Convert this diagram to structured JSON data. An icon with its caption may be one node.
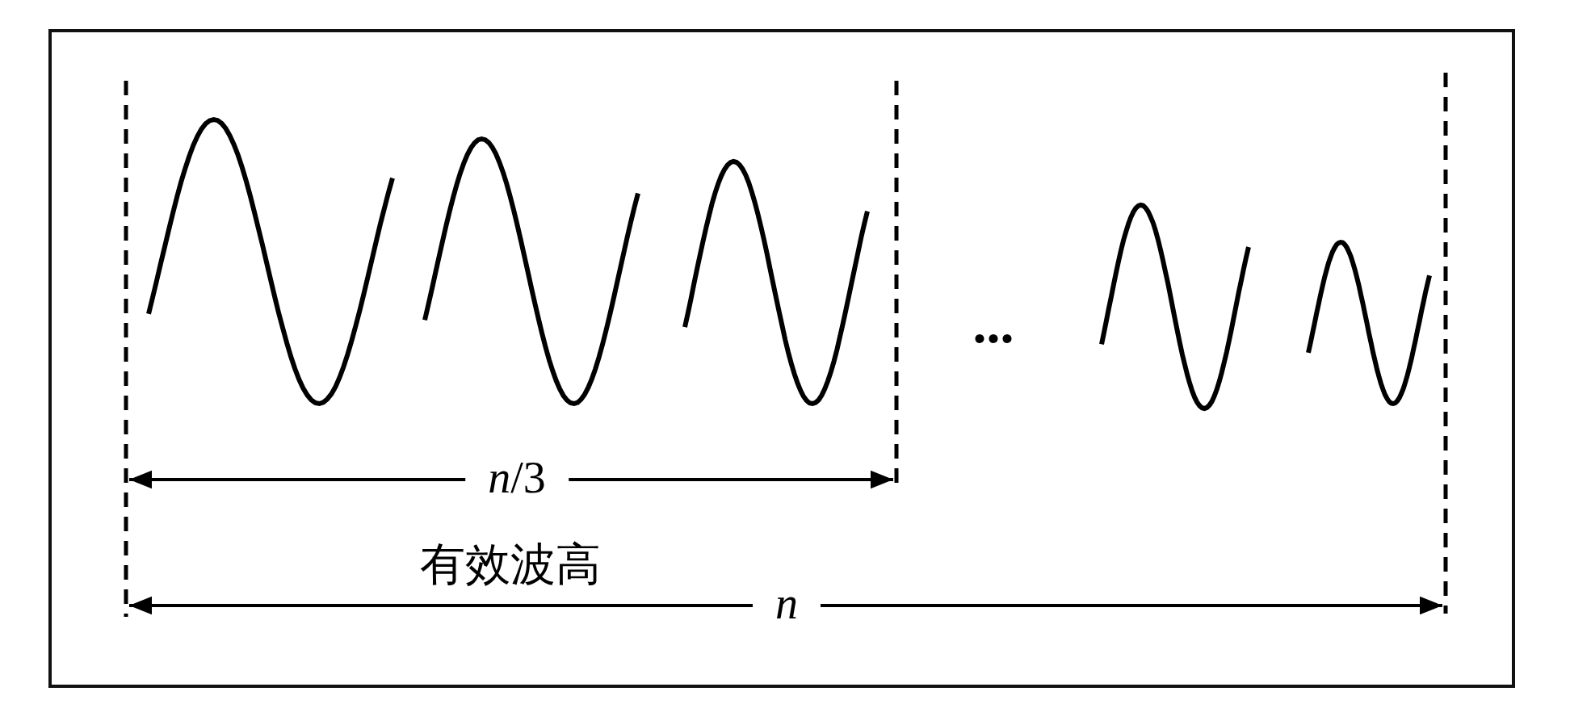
{
  "diagram": {
    "labels": [
      "...",
      "*n*/3",
      "有效波高",
      "*n*"
    ]
  }
}
